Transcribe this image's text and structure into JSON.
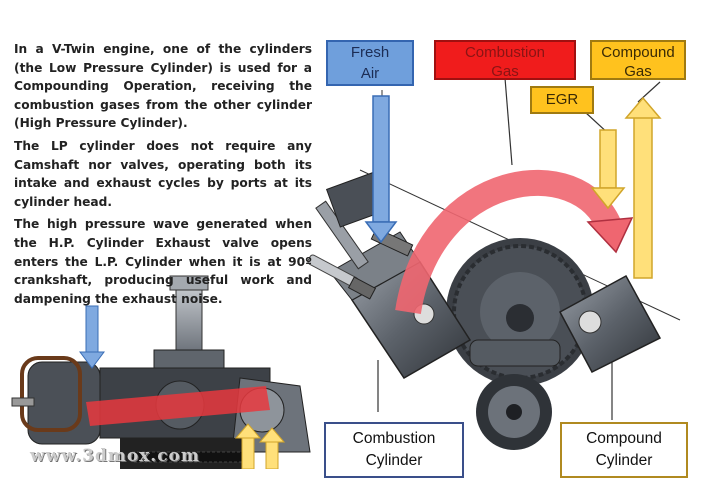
{
  "description": [
    "In a V-Twin engine, one of  the cylinders (the Low Pressure Cylinder) is used for a Compounding Operation, receiving the combustion gases from the other cylinder (High Pressure Cylinder).",
    "The LP cylinder  does not require any Camshaft nor valves, operating both its intake and exhaust cycles by ports at its cylinder head.",
    "The high pressure wave generated when the H.P. Cylinder Exhaust valve opens enters the L.P. Cylinder when it is at 90º crankshaft, producing useful work and dampening the exhaust noise."
  ],
  "labels": {
    "fresh_air": {
      "line1": "Fresh",
      "line2": "Air",
      "fill": "#6f9fdc",
      "border": "#3465b0",
      "text_color": "#1c2d55"
    },
    "combustion_gas": {
      "line1": "Combustion",
      "line2": "Gas",
      "fill": "#f01c1c",
      "border": "#a01010",
      "text_color": "#8a1414"
    },
    "compound_gas": {
      "line1": "Compound",
      "line2": "Gas",
      "fill": "#ffc21e",
      "border": "#a07a10",
      "text_color": "#3a2a05"
    },
    "egr": {
      "line1": "EGR",
      "fill": "#ffc21e",
      "border": "#a07a10",
      "text_color": "#3a2a05"
    }
  },
  "bottom_labels": {
    "combustion_cylinder": {
      "line1": "Combustion",
      "line2": "Cylinder"
    },
    "compound_cylinder": {
      "line1": "Compound",
      "line2": "Cylinder"
    }
  },
  "watermark": "www.3dmox.com",
  "colors": {
    "flow_curve": "#ef6670",
    "air_arrow": "#7fa9e0",
    "compound_arrow": "#ffe07a",
    "engine_metal": "#5a5f66"
  }
}
